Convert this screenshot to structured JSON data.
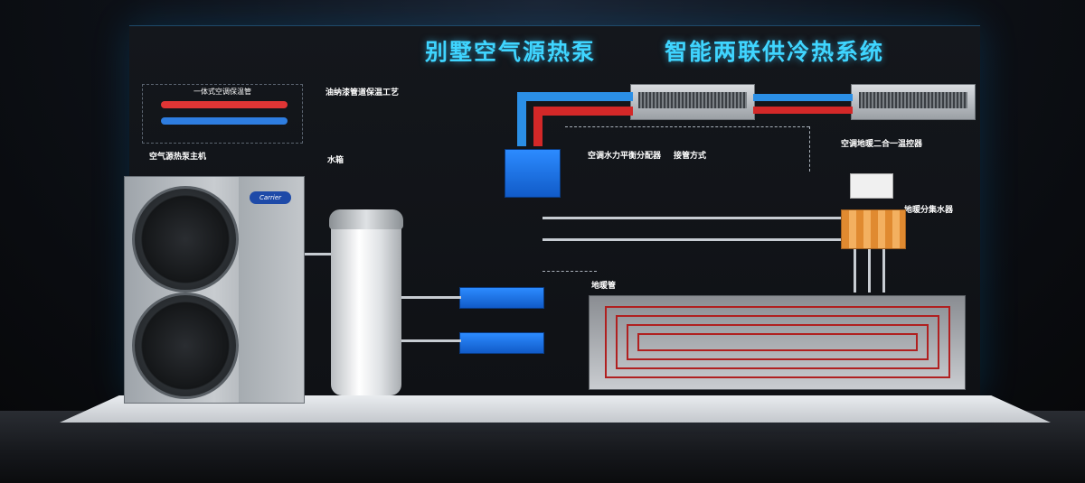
{
  "titles": {
    "left": "别墅空气源热泵",
    "right": "智能两联供冷热系统"
  },
  "sections": {
    "pipe_box_label": "一体式空调保温管",
    "insulation_title": "油纳漆管道保温工艺",
    "heatpump_title": "空气源热泵主机",
    "tank_title": "水箱",
    "distributor_title": "空调水力平衡分配器",
    "connection_title": "接管方式",
    "controller_title": "空调地暖二合一温控器",
    "floor_manifold_title": "地暖分集水器",
    "floor_pipe_title": "地暖管"
  },
  "brand": "Carrier",
  "colors": {
    "title": "#3fd5ff",
    "hot_pipe": "#d32828",
    "cold_pipe": "#2b8fe6",
    "heat_exchanger": "#1f74e6"
  }
}
